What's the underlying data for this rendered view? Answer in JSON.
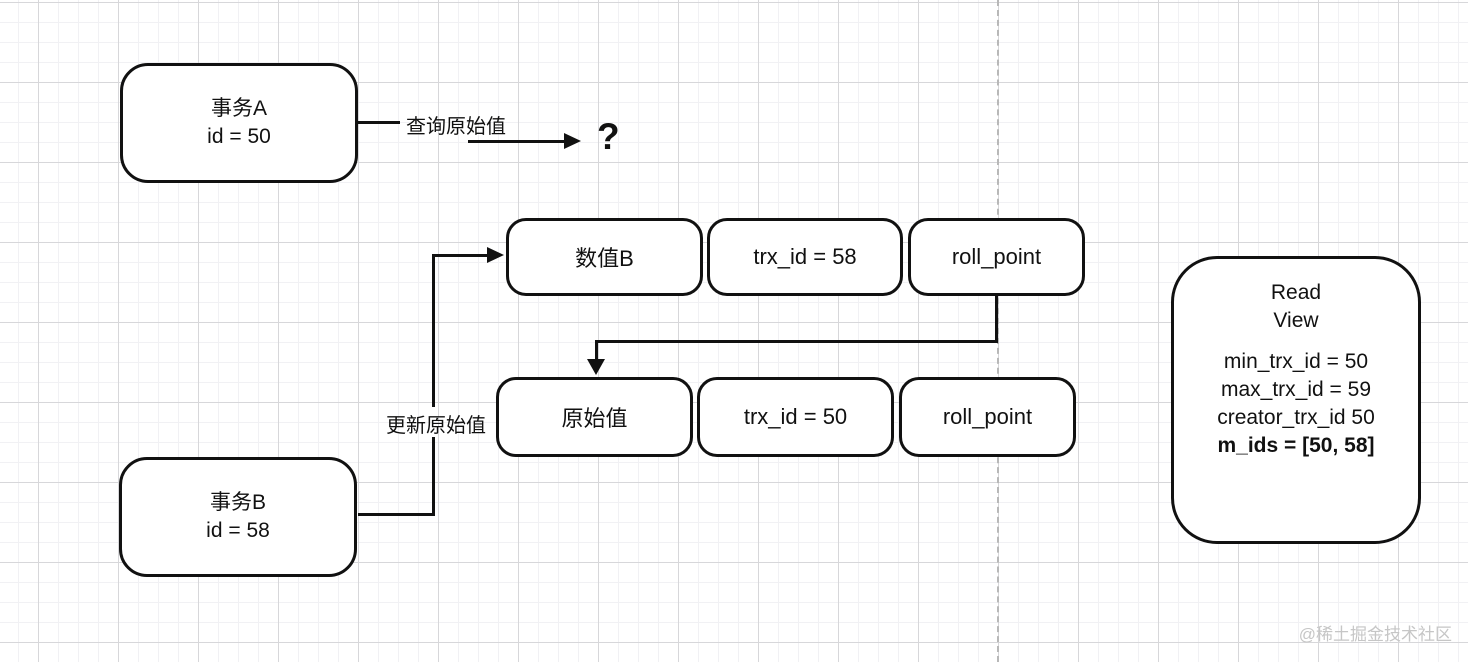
{
  "diagram": {
    "nodes": {
      "txn_a": {
        "line1": "事务A",
        "line2": "id = 50"
      },
      "txn_b": {
        "line1": "事务B",
        "line2": "id = 58"
      },
      "version_latest": {
        "value": "数值B",
        "trx": "trx_id = 58",
        "roll": "roll_point"
      },
      "version_original": {
        "value": "原始值",
        "trx": "trx_id = 50",
        "roll": "roll_point"
      },
      "read_view": {
        "title_line1": "Read",
        "title_line2": "View",
        "fields": [
          "min_trx_id = 50",
          "max_trx_id = 59",
          "creator_trx_id 50"
        ],
        "bold_field": "m_ids = [50, 58]"
      }
    },
    "labels": {
      "query_edge": "查询原始值",
      "update_edge": "更新原始值",
      "unknown_result": "?"
    },
    "watermark": "@稀土掘金技术社区",
    "colors": {
      "stroke": "#111111",
      "node_fill": "#ffffff",
      "grid_minor": "#f1f1f4",
      "grid_major": "#d7d7da",
      "dashed_divider": "#b8b8b8",
      "watermark_text": "#c6c6c6"
    }
  }
}
